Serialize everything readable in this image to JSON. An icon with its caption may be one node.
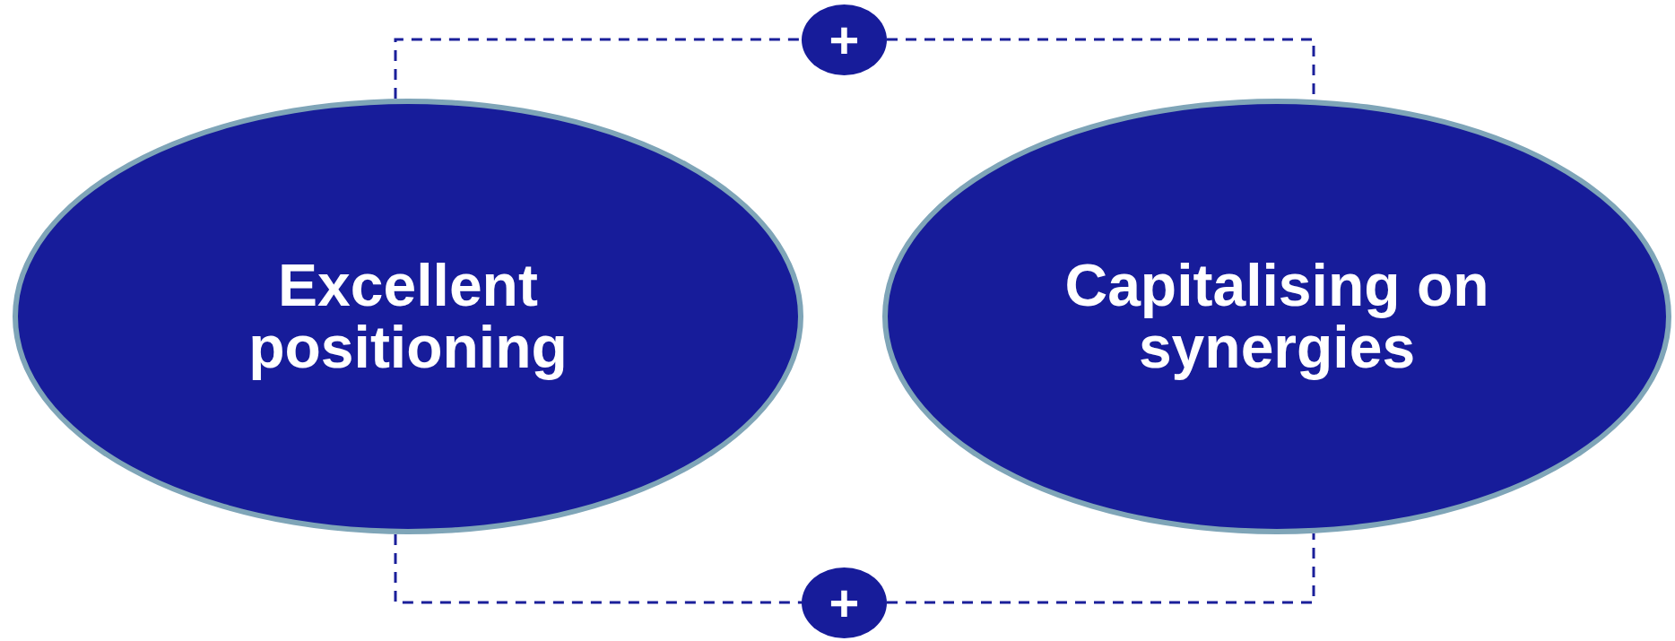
{
  "diagram": {
    "nodes": [
      {
        "text": [
          "Excellent positioning"
        ]
      },
      {
        "text": [
          "Capitalising on synergies"
        ]
      },
      {
        "text": [
          "+"
        ]
      },
      {
        "text": [
          "+"
        ]
      }
    ],
    "edges": [
      {
        "from": 0,
        "to": 2,
        "arrow": "none",
        "style": "dashed"
      },
      {
        "from": 2,
        "to": 1,
        "arrow": "none",
        "style": "dashed"
      },
      {
        "from": 0,
        "to": 3,
        "arrow": "none",
        "style": "dashed"
      },
      {
        "from": 3,
        "to": 1,
        "arrow": "none",
        "style": "dashed"
      }
    ]
  }
}
